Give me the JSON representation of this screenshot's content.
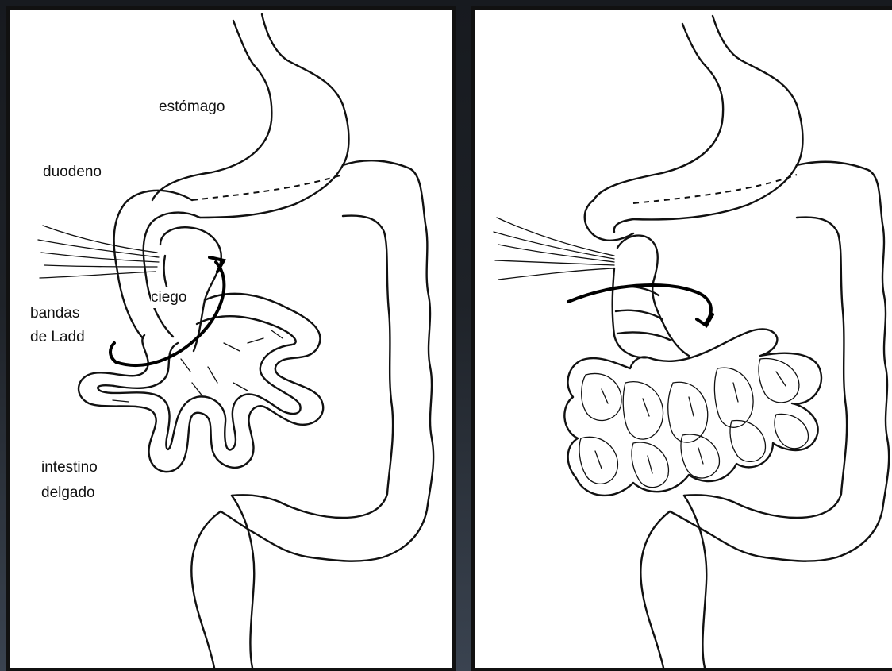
{
  "panels": [
    {
      "id": "left",
      "labels": {
        "stomach": "estómago",
        "duodenum": "duodeno",
        "cecum": "ciego",
        "ladd_bands_1": "bandas",
        "ladd_bands_2": "de Ladd",
        "small_intestine_1": "intestino",
        "small_intestine_2": "delgado"
      }
    },
    {
      "id": "right",
      "labels": {}
    }
  ],
  "colors": {
    "frame": "#111111",
    "background": "#1e2228",
    "paper": "#ffffff",
    "ink": "#111111"
  }
}
